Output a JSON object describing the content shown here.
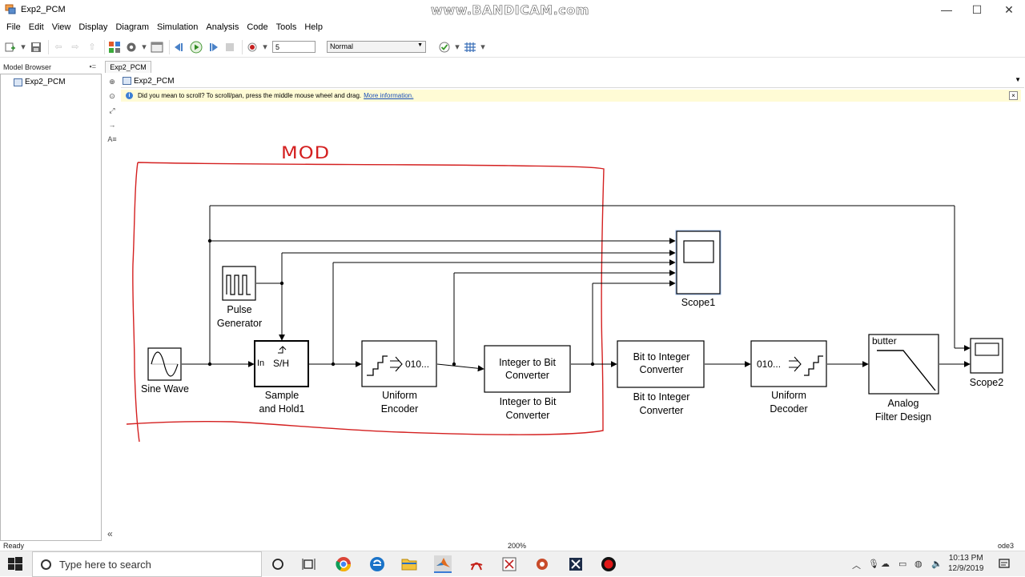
{
  "window": {
    "title": "Exp2_PCM",
    "watermark": "www.BANDICAM.com",
    "controls": [
      "—",
      "☐",
      "✕"
    ]
  },
  "menu": [
    "File",
    "Edit",
    "View",
    "Display",
    "Diagram",
    "Simulation",
    "Analysis",
    "Code",
    "Tools",
    "Help"
  ],
  "toolbar": {
    "stop_time": "5",
    "sim_mode": "Normal"
  },
  "model_browser": {
    "header": "Model Browser",
    "items": [
      "Exp2_PCM"
    ]
  },
  "tab": "Exp2_PCM",
  "breadcrumb": "Exp2_PCM",
  "notice": {
    "text": "Did you mean to scroll? To scroll/pan, press the middle mouse wheel and drag.",
    "link": "More information."
  },
  "annotation": {
    "label": "MOD",
    "color": "#d42020"
  },
  "blocks": {
    "sine_wave": "Sine Wave",
    "pulse_gen_1": "Pulse",
    "pulse_gen_2": "Generator",
    "sh_1": "Sample",
    "sh_2": "and Hold1",
    "sh_in": "In",
    "sh_text": "S/H",
    "enc_1": "Uniform",
    "enc_2": "Encoder",
    "enc_code": "010...",
    "i2b_text_1": "Integer to Bit",
    "i2b_text_2": "Converter",
    "i2b_1": "Integer to Bit",
    "i2b_2": "Converter",
    "b2i_text_1": "Bit to Integer",
    "b2i_text_2": "Converter",
    "b2i_1": "Bit to Integer",
    "b2i_2": "Converter",
    "dec_1": "Uniform",
    "dec_2": "Decoder",
    "dec_code": "010...",
    "filter_text": "butter",
    "filter_1": "Analog",
    "filter_2": "Filter Design",
    "scope1": "Scope1",
    "scope2": "Scope2"
  },
  "status": {
    "left": "Ready",
    "zoom": "200%",
    "solver": "ode3"
  },
  "taskbar": {
    "search_placeholder": "Type here to search",
    "time": "10:13 PM",
    "date": "12/9/2019"
  }
}
